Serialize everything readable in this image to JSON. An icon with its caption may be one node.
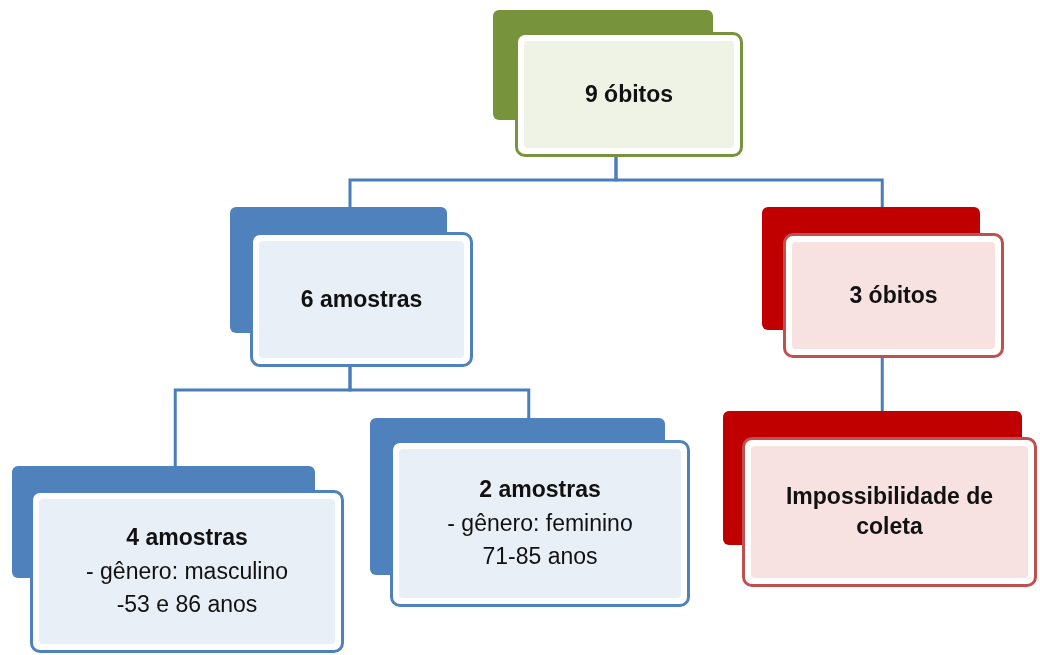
{
  "diagram": {
    "nodes": [
      {
        "text": [
          "9 óbitos"
        ]
      },
      {
        "text": [
          "6 amostras"
        ]
      },
      {
        "text": [
          "3 óbitos"
        ]
      },
      {
        "text": [
          "4 amostras",
          "- gênero: masculino",
          "-53 e 86 anos"
        ]
      },
      {
        "text": [
          "2 amostras",
          "- gênero: feminino",
          "71-85 anos"
        ]
      },
      {
        "text": [
          "Impossibilidade de coleta"
        ]
      }
    ],
    "edges": [
      {
        "from": 0,
        "to": 1,
        "arrow": "none"
      },
      {
        "from": 0,
        "to": 2,
        "arrow": "none"
      },
      {
        "from": 1,
        "to": 3,
        "arrow": "none"
      },
      {
        "from": 1,
        "to": 4,
        "arrow": "none"
      },
      {
        "from": 2,
        "to": 5,
        "arrow": "none"
      }
    ]
  }
}
